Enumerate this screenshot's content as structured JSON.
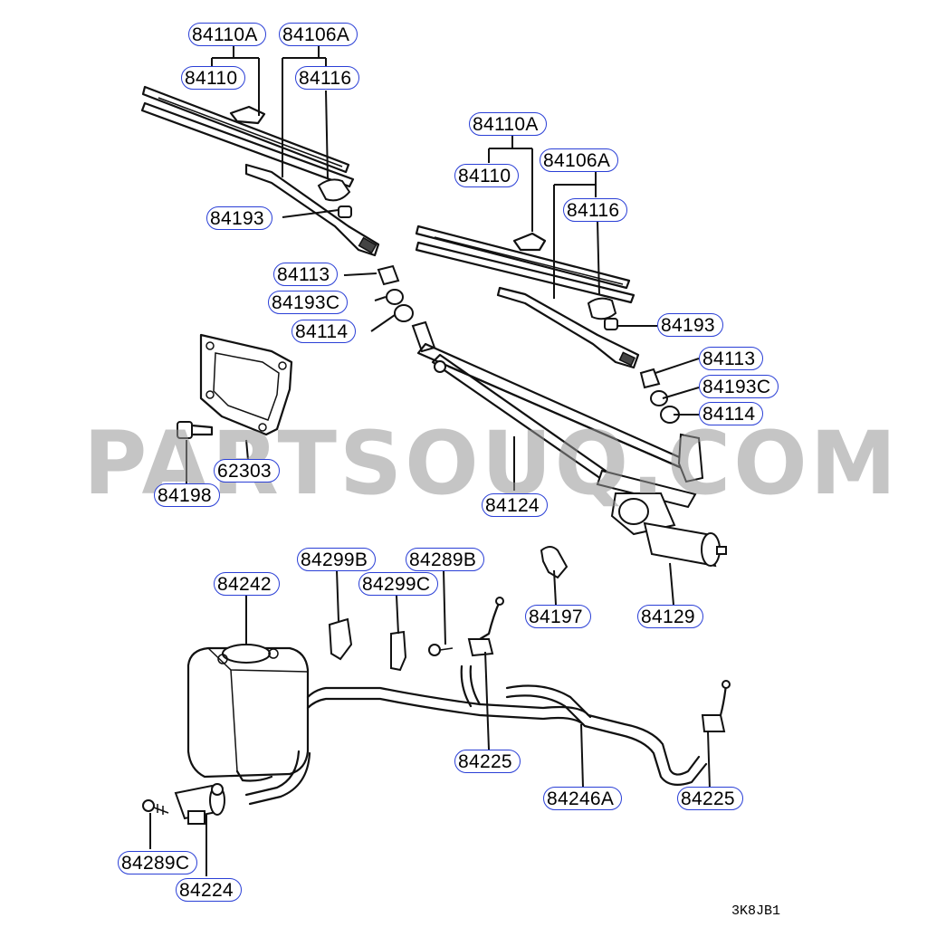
{
  "watermark": "PARTSOUQ.COM",
  "diagram_code": "3K8JB1",
  "label_border_color": "#2a3fd6",
  "parts": [
    {
      "id": "p1",
      "number": "84110A"
    },
    {
      "id": "p2",
      "number": "84106A"
    },
    {
      "id": "p3",
      "number": "84110"
    },
    {
      "id": "p4",
      "number": "84116"
    },
    {
      "id": "p5",
      "number": "84193"
    },
    {
      "id": "p6",
      "number": "84113"
    },
    {
      "id": "p7",
      "number": "84193C"
    },
    {
      "id": "p8",
      "number": "84114"
    },
    {
      "id": "p9",
      "number": "84110A"
    },
    {
      "id": "p10",
      "number": "84106A"
    },
    {
      "id": "p11",
      "number": "84110"
    },
    {
      "id": "p12",
      "number": "84116"
    },
    {
      "id": "p13",
      "number": "84193"
    },
    {
      "id": "p14",
      "number": "84113"
    },
    {
      "id": "p15",
      "number": "84193C"
    },
    {
      "id": "p16",
      "number": "84114"
    },
    {
      "id": "p17",
      "number": "84198"
    },
    {
      "id": "p18",
      "number": "62303"
    },
    {
      "id": "p19",
      "number": "84124"
    },
    {
      "id": "p20",
      "number": "84129"
    },
    {
      "id": "p21",
      "number": "84197"
    },
    {
      "id": "p22",
      "number": "84242"
    },
    {
      "id": "p23",
      "number": "84299B"
    },
    {
      "id": "p24",
      "number": "84289B"
    },
    {
      "id": "p25",
      "number": "84299C"
    },
    {
      "id": "p26",
      "number": "84225"
    },
    {
      "id": "p27",
      "number": "84246A"
    },
    {
      "id": "p28",
      "number": "84225"
    },
    {
      "id": "p29",
      "number": "84289C"
    },
    {
      "id": "p30",
      "number": "84224"
    }
  ]
}
